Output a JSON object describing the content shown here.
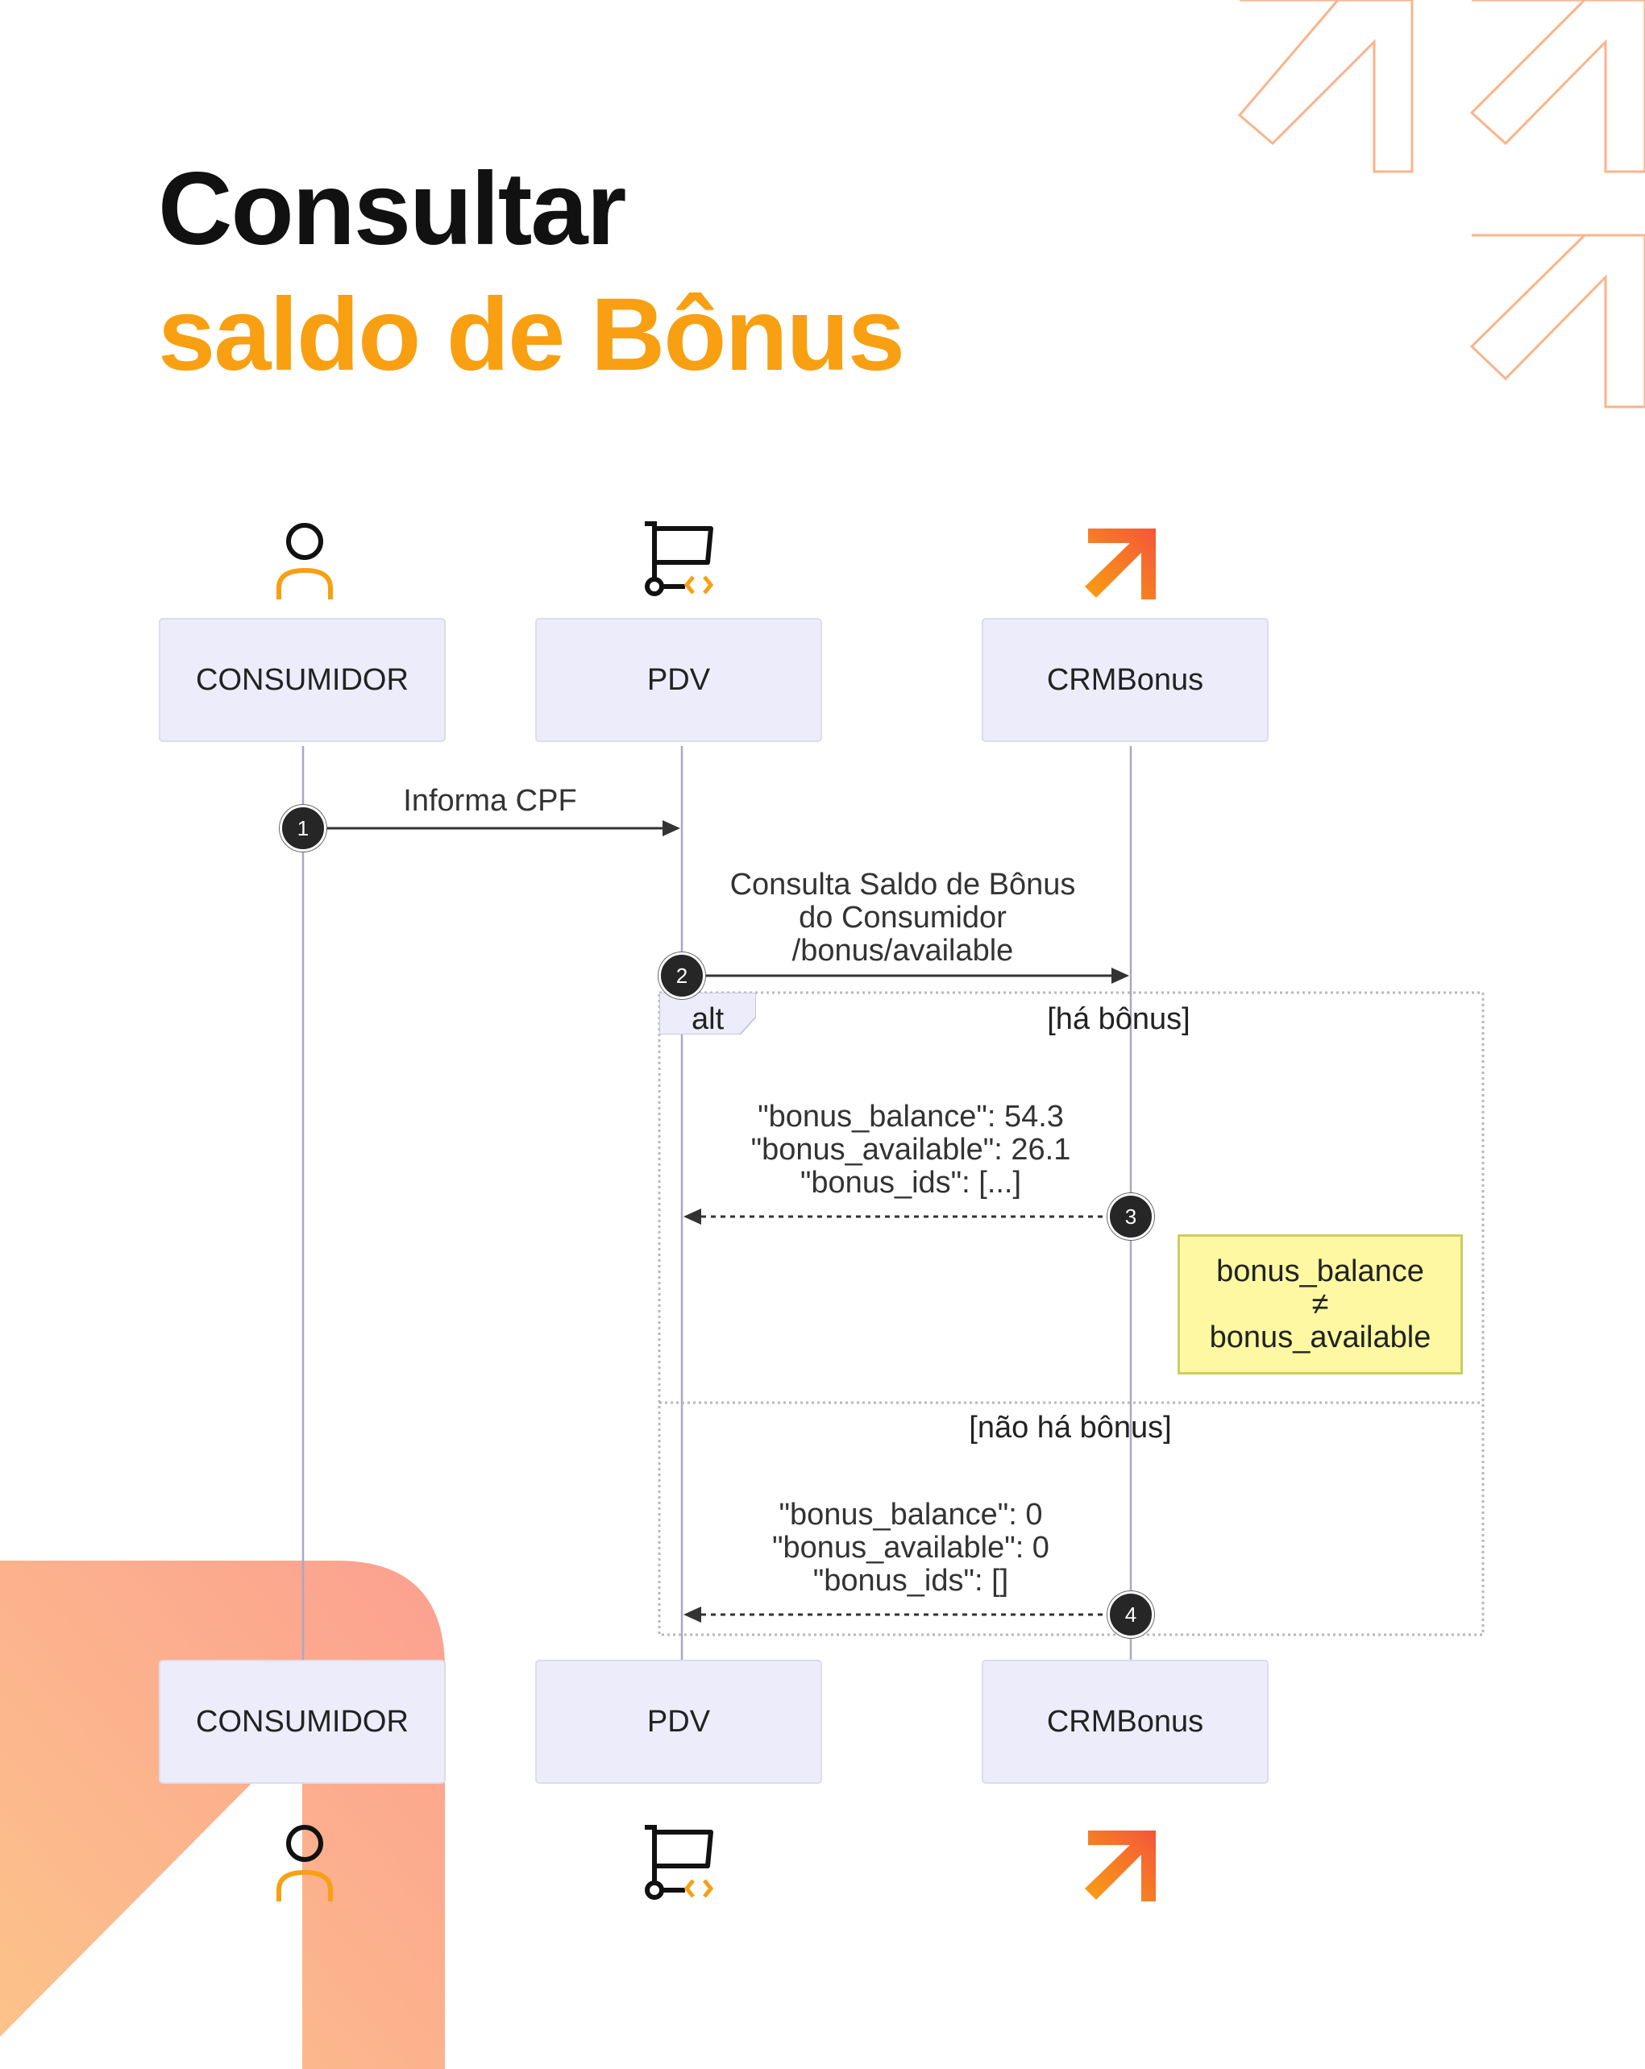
{
  "title": {
    "line1": "Consultar",
    "line2": "saldo de Bônus"
  },
  "actors": [
    {
      "name": "CONSUMIDOR",
      "icon": "person-icon"
    },
    {
      "name": "PDV",
      "icon": "cart-code-icon"
    },
    {
      "name": "CRMBonus",
      "icon": "arrow-logo-icon"
    }
  ],
  "messages": [
    {
      "step": "1",
      "from": "CONSUMIDOR",
      "to": "PDV",
      "label": [
        "Informa CPF"
      ],
      "style": "solid"
    },
    {
      "step": "2",
      "from": "PDV",
      "to": "CRMBonus",
      "label": [
        "Consulta Saldo de Bônus",
        "do Consumidor",
        "/bonus/available"
      ],
      "style": "solid"
    },
    {
      "step": "3",
      "from": "CRMBonus",
      "to": "PDV",
      "label": [
        "\"bonus_balance\": 54.3",
        "\"bonus_available\": 26.1",
        "\"bonus_ids\": [...]"
      ],
      "style": "dashed"
    },
    {
      "step": "4",
      "from": "CRMBonus",
      "to": "PDV",
      "label": [
        "\"bonus_balance\": 0",
        "\"bonus_available\": 0",
        "\"bonus_ids\": []"
      ],
      "style": "dashed"
    }
  ],
  "alt_block": {
    "keyword": "alt",
    "condition_1": "[há bônus]",
    "condition_2": "[não há bônus]"
  },
  "note": {
    "lines": [
      "bonus_balance",
      "≠",
      "bonus_available"
    ]
  },
  "colors": {
    "accent": "#f8a012",
    "title": "#111111",
    "actor_fill": "#ececfb",
    "note_fill": "#fdf8a1",
    "decor_orange": "#f9a98a"
  }
}
